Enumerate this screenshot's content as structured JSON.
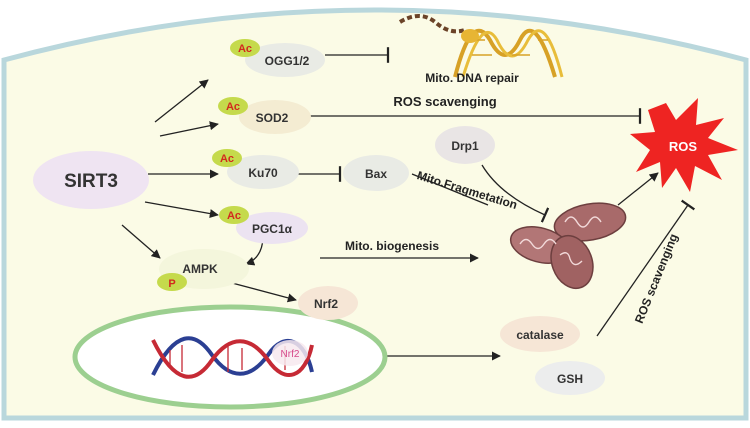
{
  "nodes": {
    "sirt3": "SIRT3",
    "ogg": "OGG1/2",
    "sod2": "SOD2",
    "ku70": "Ku70",
    "pgc1a": "PGC1α",
    "ampk": "AMPK",
    "bax": "Bax",
    "drp1": "Drp1",
    "nrf2": "Nrf2",
    "nrf2_nucleus": "Nrf2",
    "catalase": "catalase",
    "gsh": "GSH",
    "ros": "ROS"
  },
  "modifications": {
    "acetyl": "Ac",
    "phospho": "P"
  },
  "labels": {
    "mito_dna_repair": "Mito. DNA repair",
    "ros_scavenging_top": "ROS scavenging",
    "mito_fragmentation": "Mito.Fragmetation",
    "mito_biogenesis": "Mito. biogenesis",
    "ros_scavenging_right": "ROS scavenging"
  },
  "colors": {
    "cell_fill": "#fbfbe6",
    "cell_border": "#b9d7dc",
    "nucleus_border": "#9ccf90",
    "ac_badge": "#c5da4c",
    "ac_text": "#d22a1e",
    "ros_star": "#ee2422",
    "sirt3_fill": "#efe4f2",
    "dna_red": "#c62a35",
    "dna_blue": "#2b3f93",
    "mito_fill": "#a86a6a"
  }
}
